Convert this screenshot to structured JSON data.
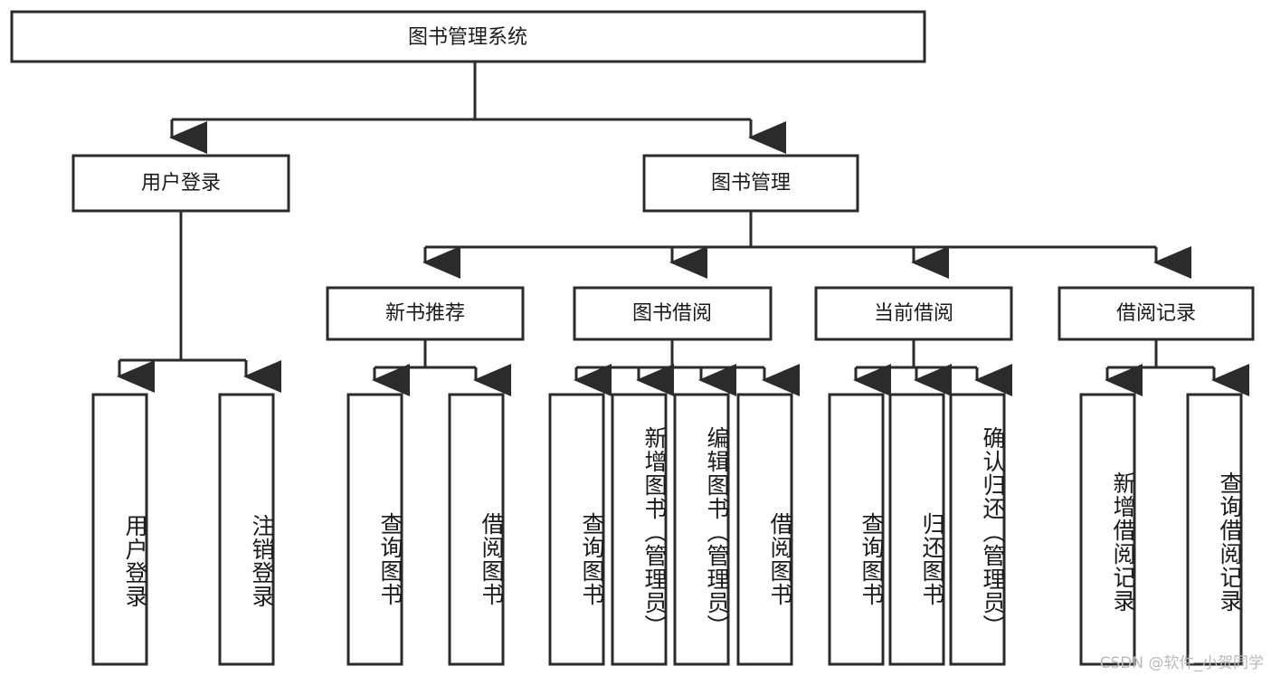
{
  "diagram": {
    "title_box": {
      "label": "图书管理系统"
    },
    "level1": [
      {
        "id": "user-login",
        "label": "用户登录"
      },
      {
        "id": "book-manage",
        "label": "图书管理"
      }
    ],
    "level2": [
      {
        "id": "new-book-recommend",
        "label": "新书推荐"
      },
      {
        "id": "book-borrow",
        "label": "图书借阅"
      },
      {
        "id": "current-borrow",
        "label": "当前借阅"
      },
      {
        "id": "borrow-record",
        "label": "借阅记录"
      }
    ],
    "leaves": [
      {
        "id": "leaf-user-login",
        "label": "用户登录",
        "parent": "user-login"
      },
      {
        "id": "leaf-logout-login",
        "label": "注销登录",
        "parent": "user-login"
      },
      {
        "id": "leaf-query-book-1",
        "label": "查询图书",
        "parent": "new-book-recommend"
      },
      {
        "id": "leaf-borrow-book-1",
        "label": "借阅图书",
        "parent": "new-book-recommend"
      },
      {
        "id": "leaf-query-book-2",
        "label": "查询图书",
        "parent": "book-borrow"
      },
      {
        "id": "leaf-add-book",
        "label": "新增图书（管理员）",
        "parent": "book-borrow"
      },
      {
        "id": "leaf-edit-book",
        "label": "编辑图书（管理员）",
        "parent": "book-borrow"
      },
      {
        "id": "leaf-borrow-book-2",
        "label": "借阅图书",
        "parent": "book-borrow"
      },
      {
        "id": "leaf-query-book-3",
        "label": "查询图书",
        "parent": "current-borrow"
      },
      {
        "id": "leaf-return-book",
        "label": "归还图书",
        "parent": "current-borrow"
      },
      {
        "id": "leaf-confirm-return",
        "label": "确认归还（管理员）",
        "parent": "current-borrow"
      },
      {
        "id": "leaf-add-record",
        "label": "新增借阅记录",
        "parent": "borrow-record"
      },
      {
        "id": "leaf-query-record",
        "label": "查询借阅记录",
        "parent": "borrow-record"
      }
    ],
    "colors": {
      "stroke": "#2b2b2b",
      "fill": "#ffffff",
      "text": "#1a1a1a",
      "watermark": "#b9b9b9"
    }
  },
  "watermark": {
    "text": "CSDN @软件_小贺同学"
  }
}
